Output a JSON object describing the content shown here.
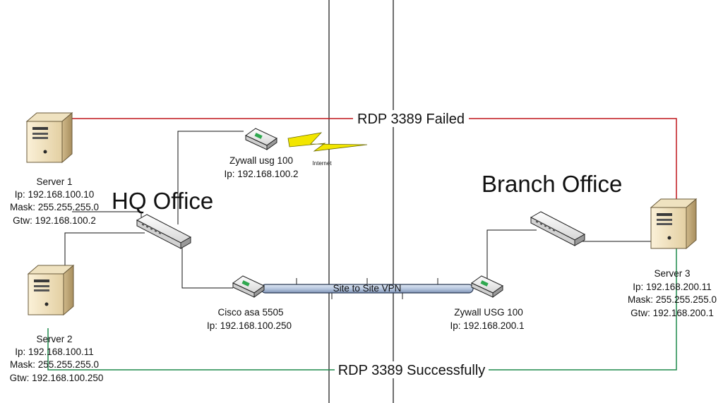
{
  "zones": {
    "hq": {
      "title": "HQ Office"
    },
    "branch": {
      "title": "Branch Office"
    }
  },
  "links": {
    "rdp_failed": "RDP 3389 Failed",
    "rdp_success": "RDP 3389 Successfully",
    "vpn": "Site to Site VPN",
    "internet": "Internet"
  },
  "colors": {
    "failed_line": "#c0171c",
    "success_line": "#1e8a4c",
    "vpn_tube": "#b8c8e0",
    "lightning": "#f2e600"
  },
  "devices": {
    "server1": {
      "name": "Server 1",
      "ip": "Ip: 192.168.100.10",
      "mask": "Mask: 255.255.255.0",
      "gtw": "Gtw: 192.168.100.2"
    },
    "server2": {
      "name": "Server 2",
      "ip": "Ip: 192.168.100.11",
      "mask": "Mask: 255.255.255.0",
      "gtw": "Gtw: 192.168.100.250"
    },
    "server3": {
      "name": "Server 3",
      "ip": "Ip: 192.168.200.11",
      "mask": "Mask: 255.255.255.0",
      "gtw": "Gtw: 192.168.200.1"
    },
    "zywall_hq": {
      "name": "Zywall usg 100",
      "ip": "Ip: 192.168.100.2"
    },
    "cisco": {
      "name": "Cisco asa 5505",
      "ip": "Ip: 192.168.100.250"
    },
    "zywall_branch": {
      "name": "Zywall USG 100",
      "ip": "Ip: 192.168.200.1"
    }
  },
  "icons": {
    "server": "server-tower-icon",
    "router": "router-icon",
    "switch": "network-switch-icon",
    "internet": "lightning-icon"
  }
}
